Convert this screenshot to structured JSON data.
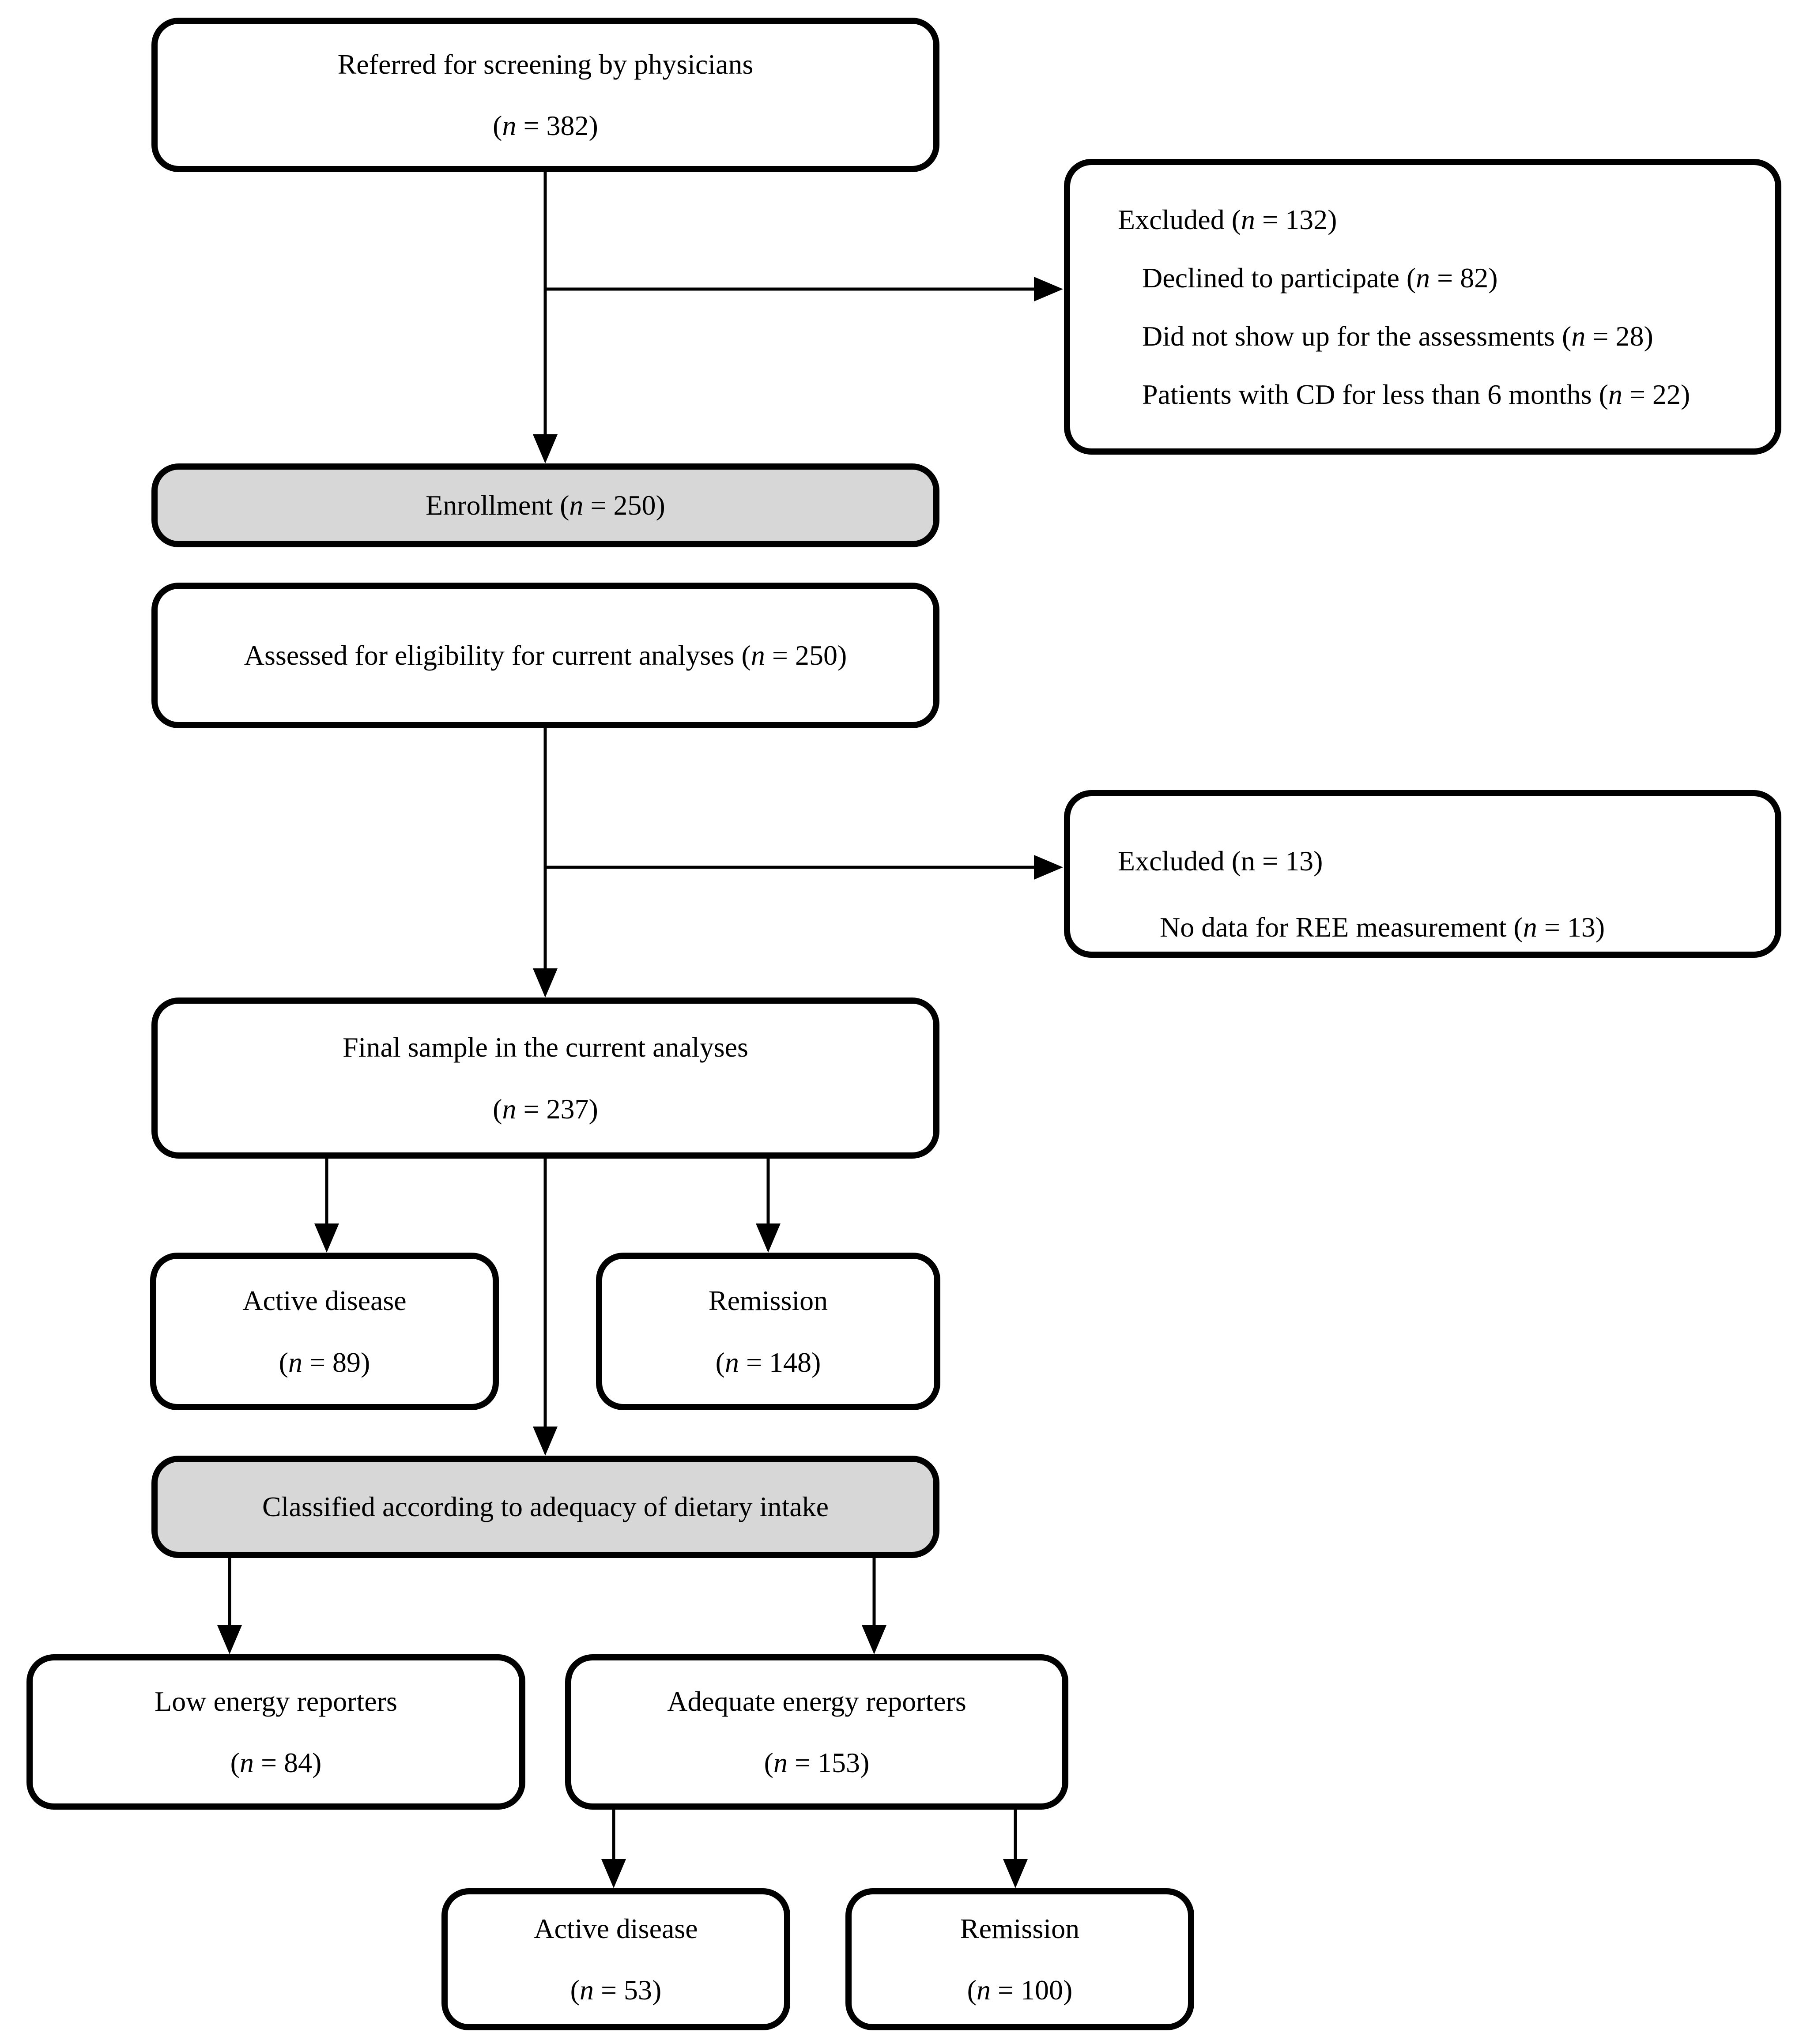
{
  "boxes": {
    "referred": {
      "lines": [
        {
          "text": "Referred for screening by physicians",
          "italic_n": false
        },
        {
          "text": "(n = 382)",
          "italic_n": true
        }
      ]
    },
    "excluded_screening": {
      "lines": [
        {
          "text": "Excluded (n = 132)",
          "italic_n": true
        },
        {
          "text": "Declined to participate (n = 82)",
          "italic_n": true
        },
        {
          "text": "Did not show up for the assessments (n = 28)",
          "italic_n": true
        },
        {
          "text": "Patients with CD for less than 6 months (n = 22)",
          "italic_n": true
        }
      ]
    },
    "enrollment": {
      "lines": [
        {
          "text": "Enrollment (n = 250)",
          "italic_n": true
        }
      ]
    },
    "assessed": {
      "lines": [
        {
          "text": "Assessed for eligibility for current analyses (n = 250)",
          "italic_n": true
        }
      ]
    },
    "excluded_analyses": {
      "lines": [
        {
          "text": "Excluded (n = 13)",
          "italic_n": false
        },
        {
          "text": "No data for REE measurement (n = 13)",
          "italic_n": true
        }
      ]
    },
    "final_sample": {
      "lines": [
        {
          "text": "Final sample in the current analyses",
          "italic_n": false
        },
        {
          "text": "(n = 237)",
          "italic_n": true
        }
      ]
    },
    "active_disease_total": {
      "lines": [
        {
          "text": "Active disease",
          "italic_n": false
        },
        {
          "text": "(n = 89)",
          "italic_n": true
        }
      ]
    },
    "remission_total": {
      "lines": [
        {
          "text": "Remission",
          "italic_n": false
        },
        {
          "text": "(n = 148)",
          "italic_n": true
        }
      ]
    },
    "classified": {
      "lines": [
        {
          "text": "Classified according to adequacy of dietary intake",
          "italic_n": false
        }
      ]
    },
    "low_energy": {
      "lines": [
        {
          "text": "Low energy reporters",
          "italic_n": false
        },
        {
          "text": "(n = 84)",
          "italic_n": true
        }
      ]
    },
    "adequate_energy": {
      "lines": [
        {
          "text": "Adequate energy reporters",
          "italic_n": false
        },
        {
          "text": "(n = 153)",
          "italic_n": true
        }
      ]
    },
    "active_disease_adequate": {
      "lines": [
        {
          "text": "Active disease",
          "italic_n": false
        },
        {
          "text": "(n = 53)",
          "italic_n": true
        }
      ]
    },
    "remission_adequate": {
      "lines": [
        {
          "text": "Remission",
          "italic_n": false
        },
        {
          "text": "(n = 100)",
          "italic_n": true
        }
      ]
    }
  },
  "colors": {
    "box_border": "#000000",
    "box_fill": "#ffffff",
    "highlight_fill": "#d7d7d7",
    "text": "#000000"
  }
}
